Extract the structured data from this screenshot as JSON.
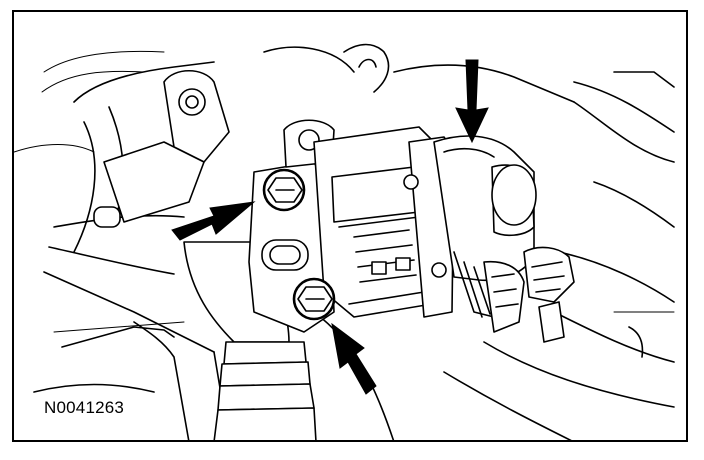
{
  "figure": {
    "reference_code": "N0041263"
  },
  "callouts": [
    {
      "id": "arrow-top-right",
      "points_to": "actuator-housing"
    },
    {
      "id": "arrow-left",
      "points_to": "upper-bolt"
    },
    {
      "id": "arrow-bottom",
      "points_to": "lower-bolt"
    }
  ]
}
